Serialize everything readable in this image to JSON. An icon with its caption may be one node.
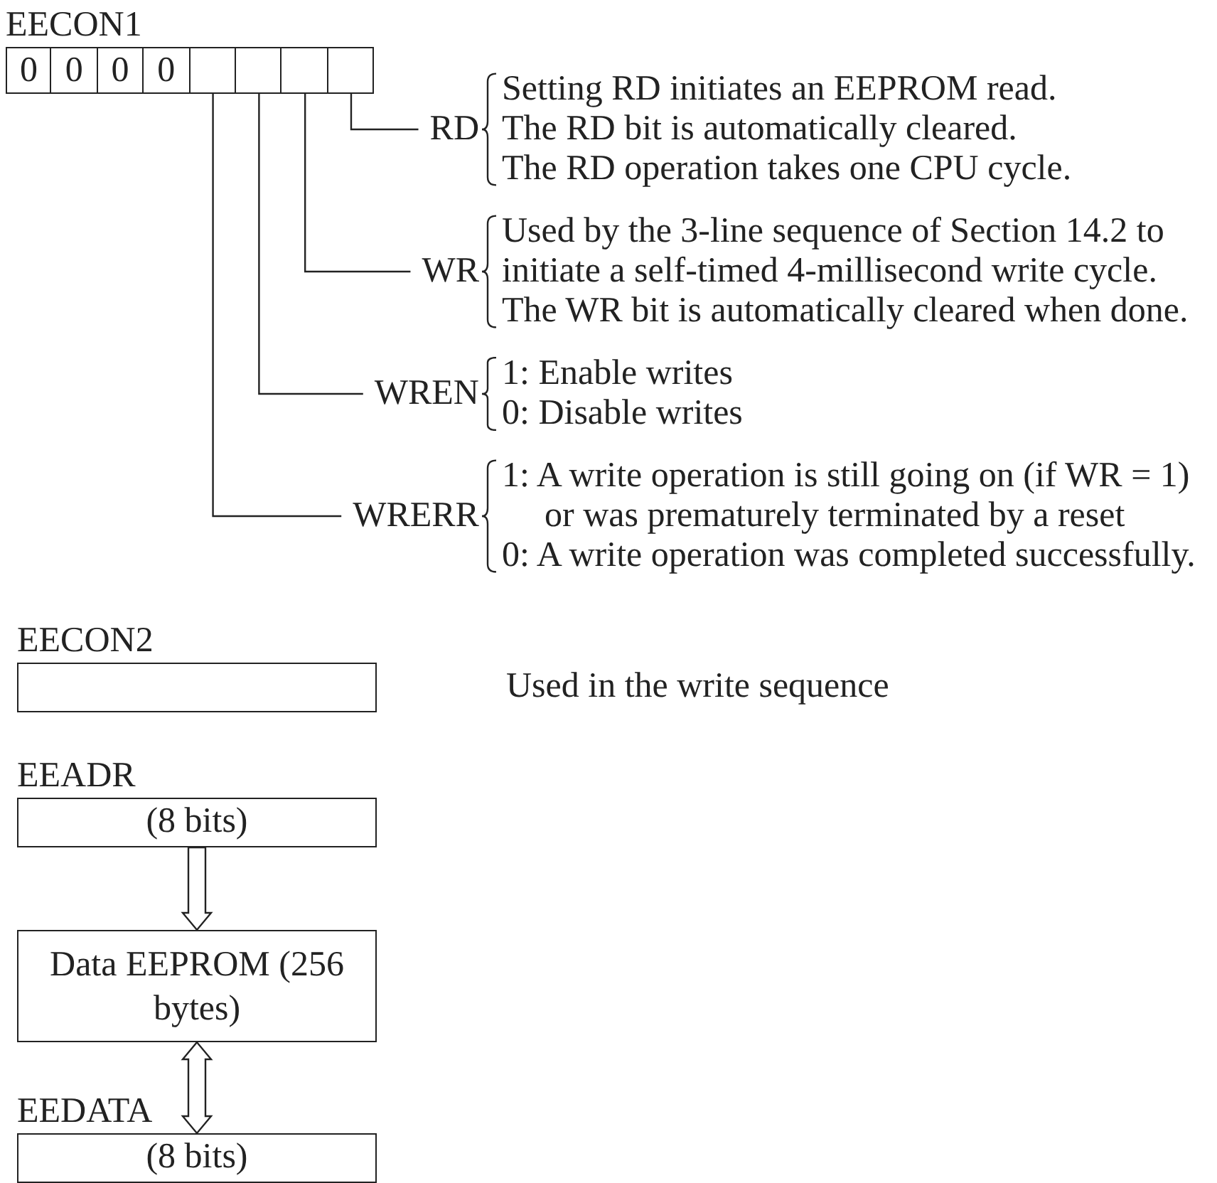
{
  "diagram": {
    "nodes": [
      {
        "text": [
          "EECON1"
        ]
      },
      {
        "text": [
          "0"
        ],
        "in": 0
      },
      {
        "text": [
          "0"
        ],
        "in": 0
      },
      {
        "text": [
          "0"
        ],
        "in": 0
      },
      {
        "text": [
          "0"
        ],
        "in": 0
      },
      {
        "text": [],
        "in": 0,
        "shape": "box"
      },
      {
        "text": [],
        "in": 0,
        "shape": "box"
      },
      {
        "text": [],
        "in": 0,
        "shape": "box"
      },
      {
        "text": [],
        "in": 0,
        "shape": "box"
      },
      {
        "text": [
          "RD"
        ],
        "beside": [
          "Setting RD initiates an EEPROM read.",
          "The RD bit is automatically cleared.",
          "The RD operation takes one CPU cycle."
        ]
      },
      {
        "text": [
          "WR"
        ],
        "beside": [
          "Used by the 3-line sequence of Section 14.2 to initiate a self-timed 4-millisecond write cycle.",
          "The WR bit is automatically cleared when done."
        ]
      },
      {
        "text": [
          "WREN"
        ],
        "beside": [
          "1: Enable writes",
          "0: Disable writes"
        ]
      },
      {
        "text": [
          "WRERR"
        ],
        "beside": [
          "1: A write operation is still going on (if WR = 1) or was prematurely terminated by a reset",
          "0: A write operation was completed successfully."
        ]
      },
      {
        "text": [
          "EECON2"
        ],
        "beside": [
          "Used in the write sequence"
        ]
      },
      {
        "text": [
          "EEADR",
          "(8 bits)"
        ]
      },
      {
        "text": [
          "Data EEPROM (256 bytes)"
        ]
      },
      {
        "text": [
          "EEDATA",
          "(8 bits)"
        ]
      }
    ],
    "edges": [
      {
        "from": 8,
        "to": 9,
        "arrow": "none"
      },
      {
        "from": 7,
        "to": 10,
        "arrow": "none"
      },
      {
        "from": 6,
        "to": 11,
        "arrow": "none"
      },
      {
        "from": 5,
        "to": 12,
        "arrow": "none"
      },
      {
        "from": 14,
        "to": 15,
        "arrow": "to"
      },
      {
        "from": 15,
        "to": 16,
        "arrow": "both"
      }
    ]
  }
}
